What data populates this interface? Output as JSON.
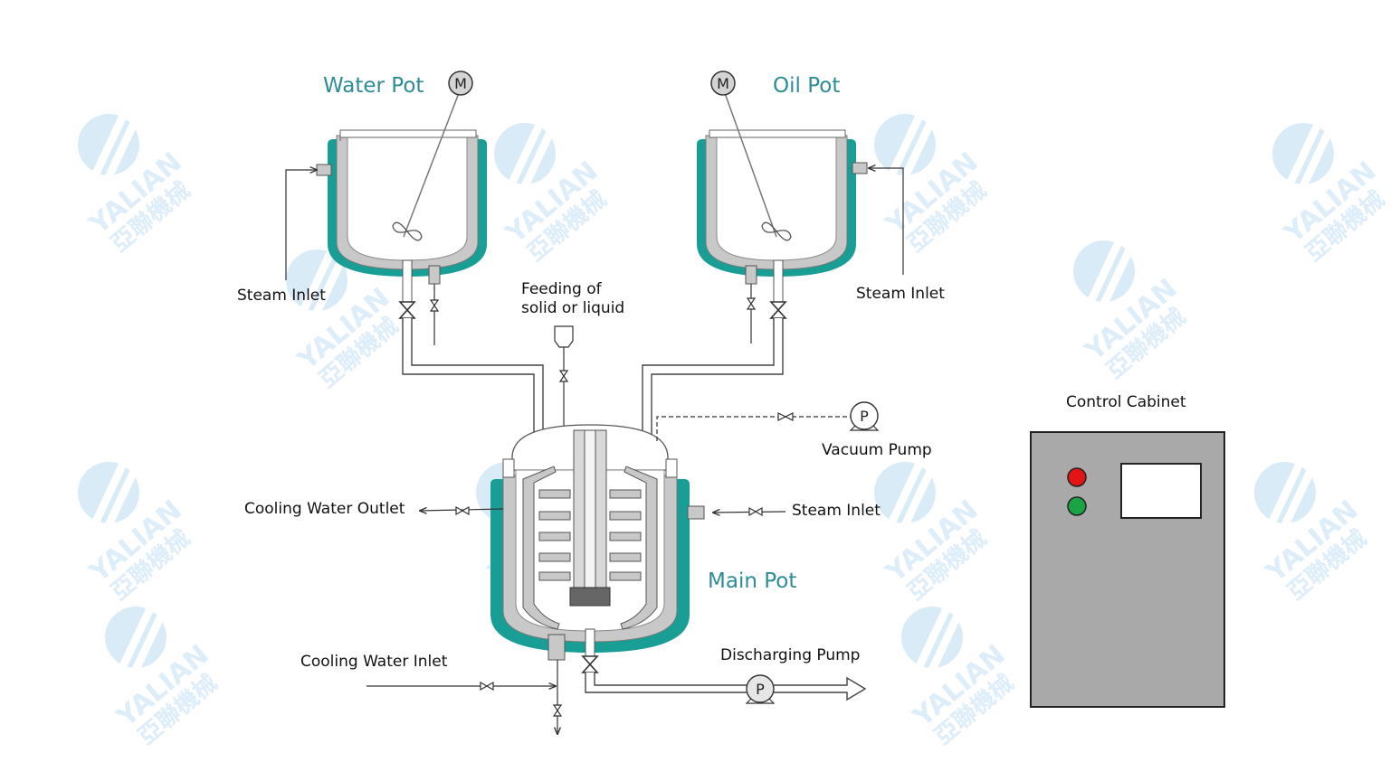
{
  "colors": {
    "jacket": "#199e96",
    "wall": "#c8c8c8",
    "title_text": "#2e8c96",
    "cabinet": "#a9a9a9",
    "lamp_red": "#e21414",
    "lamp_green": "#19a345",
    "watermark": "#bcdcf3"
  },
  "vessels": {
    "water_pot": "Water Pot",
    "oil_pot": "Oil Pot",
    "main_pot": "Main Pot"
  },
  "symbols": {
    "motor": "M",
    "pump": "P"
  },
  "labels": {
    "steam_inlet_water": "Steam Inlet",
    "steam_inlet_oil": "Steam Inlet",
    "steam_inlet_main": "Steam Inlet",
    "feeding_line1": "Feeding of",
    "feeding_line2": "solid or liquid",
    "vacuum_pump": "Vacuum Pump",
    "cooling_water_outlet": "Cooling Water Outlet",
    "cooling_water_inlet": "Cooling Water Inlet",
    "discharging_pump": "Discharging Pump",
    "control_cabinet": "Control Cabinet"
  },
  "watermark": {
    "brand": "YALIAN",
    "chinese": "亞聯機械"
  }
}
